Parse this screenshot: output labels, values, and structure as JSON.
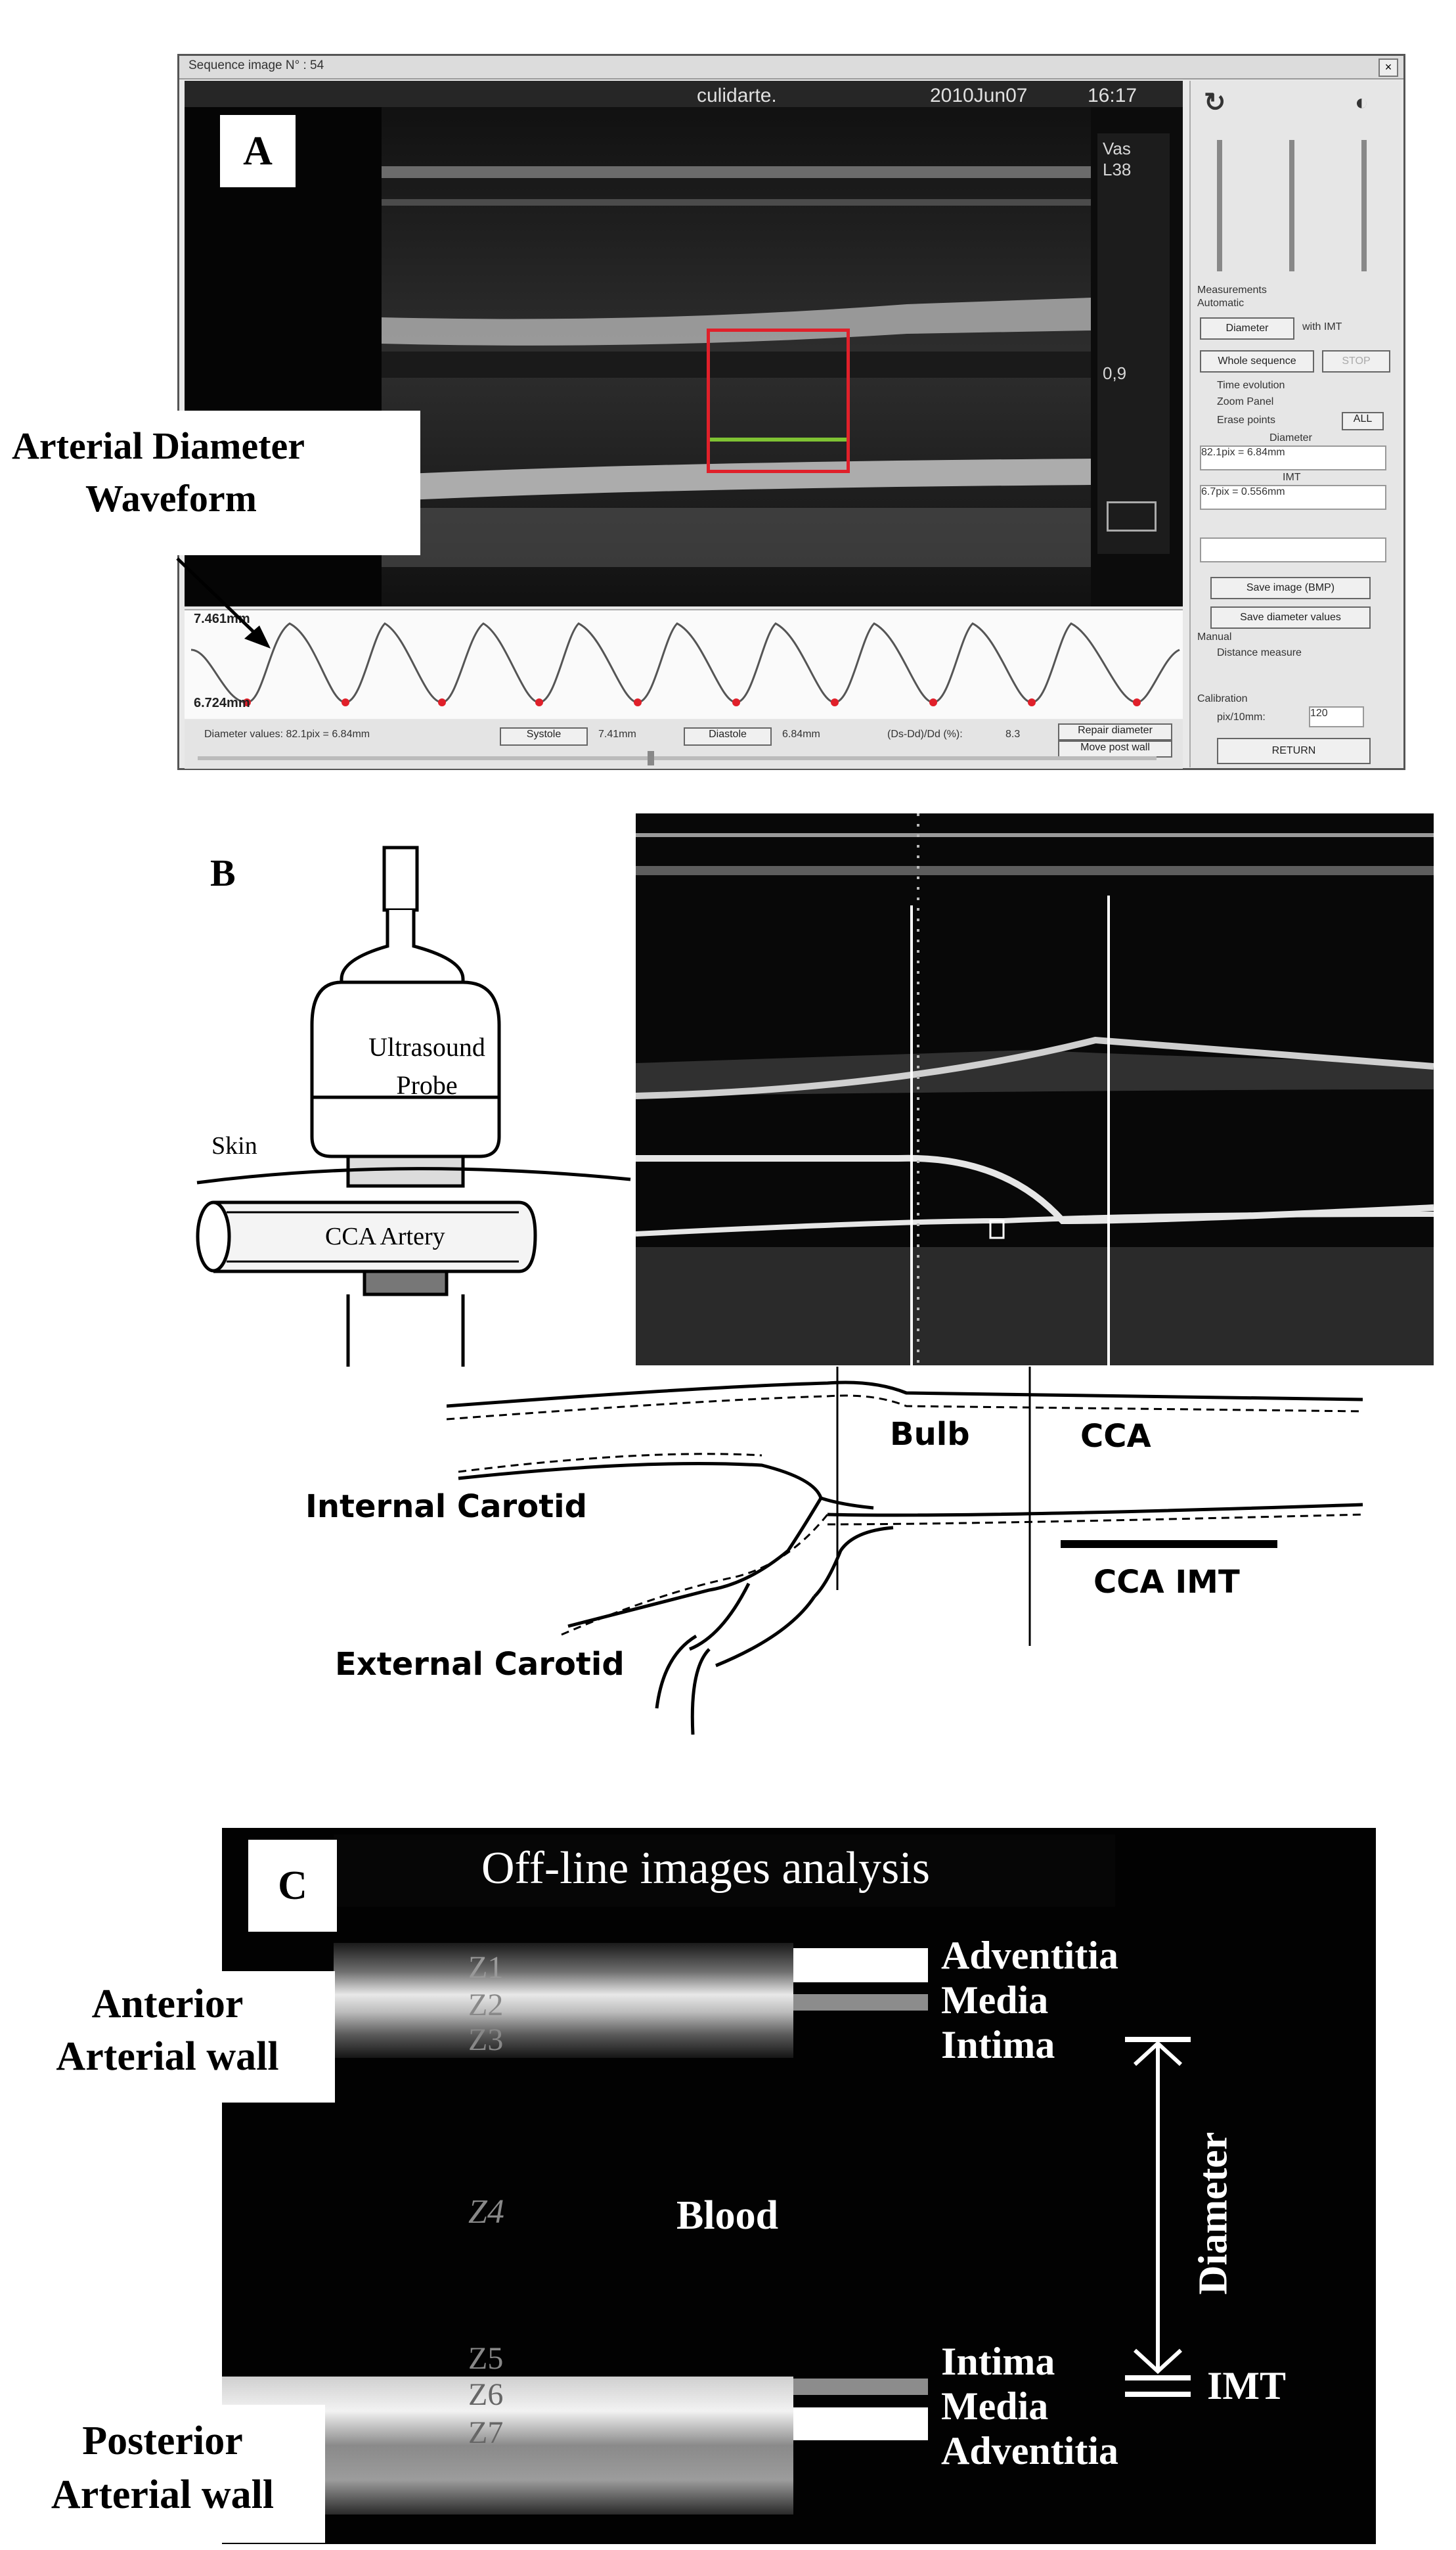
{
  "panel_a": {
    "label": "A",
    "window_title": "Sequence image N° : 54",
    "header_name": "culidarte.",
    "header_date": "2010Jun07",
    "header_time": "16:17",
    "side_readouts": [
      "Vas",
      "L38",
      "0,9"
    ],
    "wave_top_value": "7.461mm",
    "wave_bottom_value": "6.724mm",
    "callout": [
      "Arterial Diameter",
      "Waveform"
    ],
    "diameter_values": "Diameter values: 82.1pix = 6.84mm",
    "systole_label": "Systole",
    "systole_value": "7.41mm",
    "diastole_label": "Diastole",
    "diastole_value": "6.84mm",
    "ratio_label": "(Ds-Dd)/Dd (%):",
    "ratio_value": "8.3",
    "repair_button": "Repair diameter",
    "move_button": "Move post wall",
    "panel": {
      "measurements": "Measurements",
      "automatic": "Automatic",
      "diameter_button": "Diameter",
      "with_imt": "with IMT",
      "whole_sequence": "Whole sequence",
      "stop": "STOP",
      "time_evolution": "Time evolution",
      "zoom_panel": "Zoom Panel",
      "erase_points": "Erase points",
      "all": "ALL",
      "diameter_heading": "Diameter",
      "diameter_field": "82.1pix = 6.84mm",
      "imt_heading": "IMT",
      "imt_field": "6.7pix = 0.556mm",
      "save_image": "Save image (BMP)",
      "save_diameter": "Save diameter values",
      "manual": "Manual",
      "distance_measure": "Distance measure",
      "calibration": "Calibration",
      "pix_per_cm_label": "pix/10mm:",
      "pix_per_cm_value": "120",
      "return_button": "RETURN"
    }
  },
  "panel_b": {
    "label": "B",
    "probe_label": [
      "Ultrasound",
      "Probe"
    ],
    "skin_label": "Skin",
    "artery_label": "CCA Artery",
    "bulb_label": "Bulb",
    "cca_label": "CCA",
    "internal_label": "Internal Carotid",
    "external_label": "External Carotid",
    "cca_imt_label": "CCA IMT"
  },
  "panel_c": {
    "label": "C",
    "title": "Off-line images analysis",
    "anterior_label": [
      "Anterior",
      "Arterial wall"
    ],
    "posterior_label": [
      "Posterior",
      "Arterial wall"
    ],
    "z_labels": [
      "Z1",
      "Z2",
      "Z3",
      "Z4",
      "Z5",
      "Z6",
      "Z7"
    ],
    "blood_label": "Blood",
    "top_layers": [
      "Adventitia",
      "Media",
      "Intima"
    ],
    "bottom_layers": [
      "Intima",
      "Media",
      "Adventitia"
    ],
    "diameter_label": "Diameter",
    "imt_label": "IMT"
  },
  "colors": {
    "roi_box": "#e0202a",
    "roi_line": "#7fc233",
    "waveform_peaks": "#e0202a"
  }
}
